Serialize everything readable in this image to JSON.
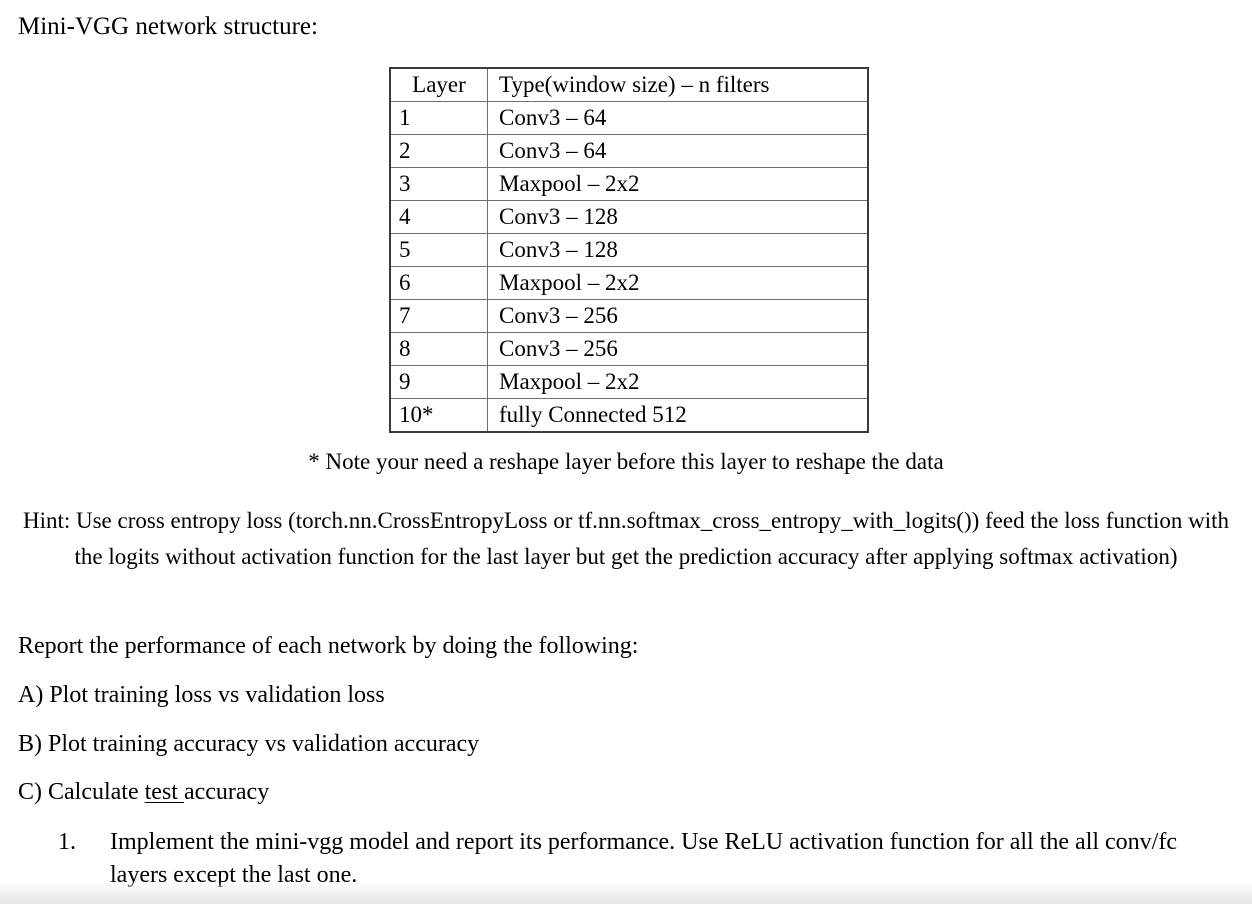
{
  "heading": "Mini-VGG network structure:",
  "table": {
    "columns": [
      "Layer",
      "Type(window size) – n filters"
    ],
    "rows": [
      {
        "layer": "1",
        "type": "Conv3 – 64"
      },
      {
        "layer": "2",
        "type": "Conv3 – 64"
      },
      {
        "layer": "3",
        "type": "Maxpool – 2x2"
      },
      {
        "layer": "4",
        "type": "Conv3 – 128"
      },
      {
        "layer": "5",
        "type": "Conv3 – 128"
      },
      {
        "layer": "6",
        "type": "Maxpool – 2x2"
      },
      {
        "layer": "7",
        "type": "Conv3 – 256"
      },
      {
        "layer": "8",
        "type": "Conv3 – 256"
      },
      {
        "layer": "9",
        "type": "Maxpool – 2x2"
      },
      {
        "layer": "10*",
        "type": "fully Connected 512"
      }
    ]
  },
  "note": "* Note your need a reshape layer before this layer to reshape the data",
  "hint": "Hint: Use cross entropy loss (torch.nn.CrossEntropyLoss or tf.nn.softmax_cross_entropy_with_logits()) feed the loss function with the logits without activation function for the last layer but get the prediction accuracy after applying softmax activation)",
  "report_intro": "Report the performance of each network by doing the following:",
  "items": {
    "a": "A) Plot training loss vs validation loss",
    "b": "B) Plot training accuracy vs validation accuracy",
    "c_prefix": "C) Calculate ",
    "c_underlined": "test ",
    "c_suffix": "accuracy"
  },
  "numbered": [
    {
      "marker": "1.",
      "text": "Implement the mini-vgg model and report its performance. Use ReLU activation function for all the all conv/fc layers except the last one."
    }
  ]
}
